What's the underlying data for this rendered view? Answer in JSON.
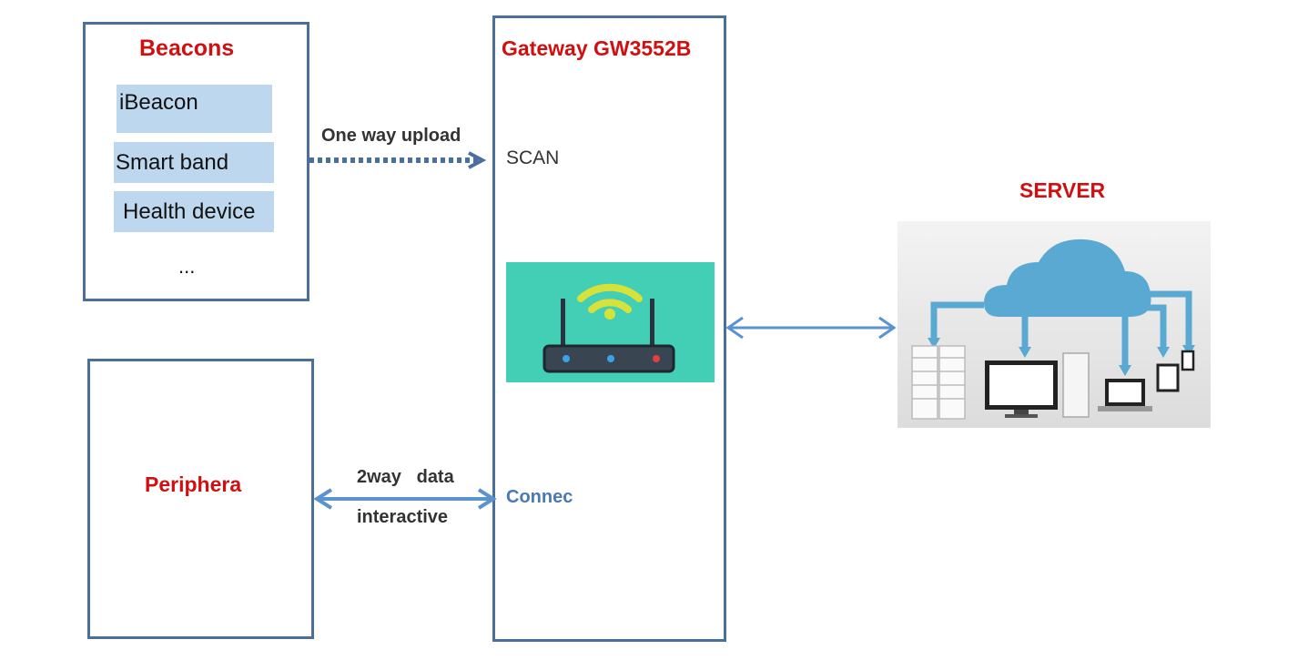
{
  "beacons": {
    "title": "Beacons",
    "items": [
      "iBeacon",
      "Smart band",
      "Health device"
    ],
    "ellipsis": "..."
  },
  "gateway": {
    "title": "Gateway GW3552B",
    "scan_label": "SCAN",
    "connect_label": "Connec"
  },
  "peripheral": {
    "title": "Periphera"
  },
  "server": {
    "title": "SERVER"
  },
  "links": {
    "one_way": "One way upload",
    "two_way_line1": "2way   data",
    "two_way_line2": "interactive"
  },
  "colors": {
    "title_red": "#d01010",
    "box_border": "#4a6f9c",
    "chip_fill": "#bdd7ee",
    "arrow_blue": "#5b93cf",
    "router_bg": "#43cfb6",
    "cloud": "#5aa9d2"
  },
  "icons": [
    "router-icon",
    "wifi-icon",
    "cloud-icon",
    "server-rack-icon",
    "monitor-icon",
    "laptop-icon",
    "tablet-icon",
    "phone-icon"
  ]
}
